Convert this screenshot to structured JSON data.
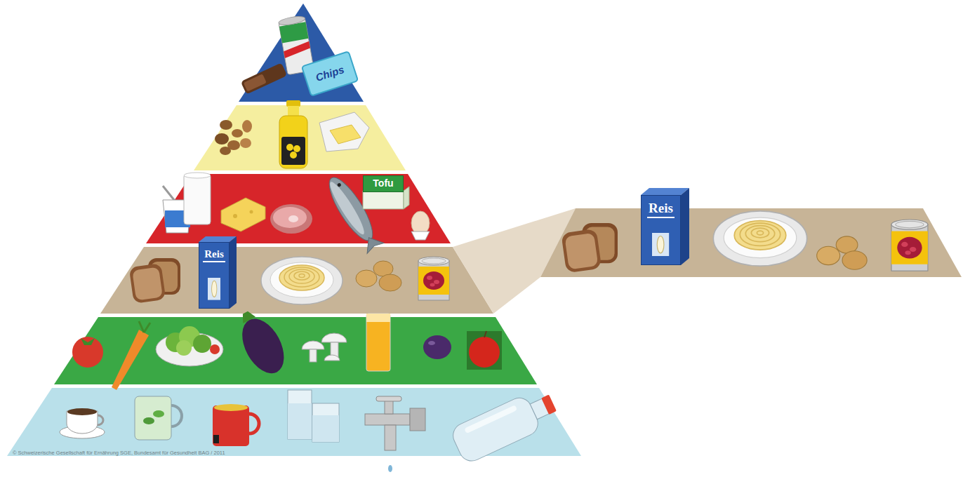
{
  "diagram": {
    "nodes": [
      {
        "text": [
          "Chips"
        ]
      },
      {
        "text": [
          "Tofu"
        ]
      },
      {
        "text": [
          "Reis"
        ]
      },
      {
        "text": [
          "Reis"
        ]
      }
    ],
    "labels": [
      "© Schweizerische Gesellschaft für Ernährung SGE, Bundesamt für Gesundheit BAG / 2011"
    ]
  }
}
